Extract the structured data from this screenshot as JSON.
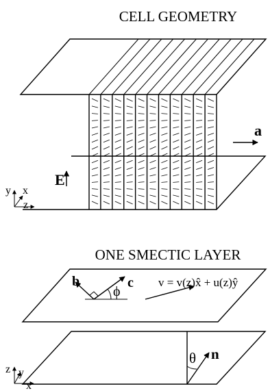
{
  "top_panel": {
    "title": "CELL GEOMETRY",
    "field_label": "E",
    "layer_normal_label": "a",
    "axes": {
      "x": "x",
      "y": "y",
      "z": "z"
    }
  },
  "bottom_panel": {
    "title": "ONE SMECTIC LAYER",
    "b_label": "b",
    "c_label": "c",
    "phi_label": "ϕ",
    "velocity_equation": "v = v(z)x̂ + u(z)ŷ",
    "theta_label": "θ",
    "n_label": "n",
    "axes": {
      "x": "x",
      "y": "y",
      "z": "z"
    }
  }
}
